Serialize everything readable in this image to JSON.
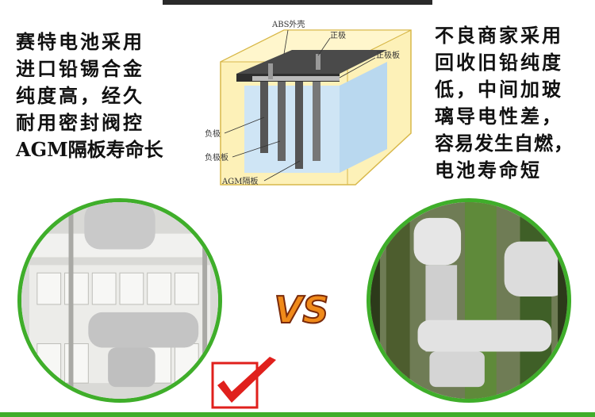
{
  "left_text": [
    "赛特电池采用",
    "进口铅锡合金",
    "纯度高，经久",
    "耐用密封阀控",
    "AGM隔板寿命长"
  ],
  "right_text": [
    "不良商家采用",
    "回收旧铅纯度",
    "低，中间加玻",
    "璃导电性差，",
    "容易发生自燃，",
    "电池寿命短"
  ],
  "diagram_labels": {
    "abs_shell": "ABS外壳",
    "positive_pole": "正极",
    "positive_plate": "正极板",
    "negative_pole": "负极",
    "negative_plate": "负极板",
    "agm_separator": "AGM隔板"
  },
  "vs_text": "VS",
  "colors": {
    "accent_green": "#3fae2a",
    "check_red": "#e0201c",
    "vs_orange": "#f08a1a"
  }
}
